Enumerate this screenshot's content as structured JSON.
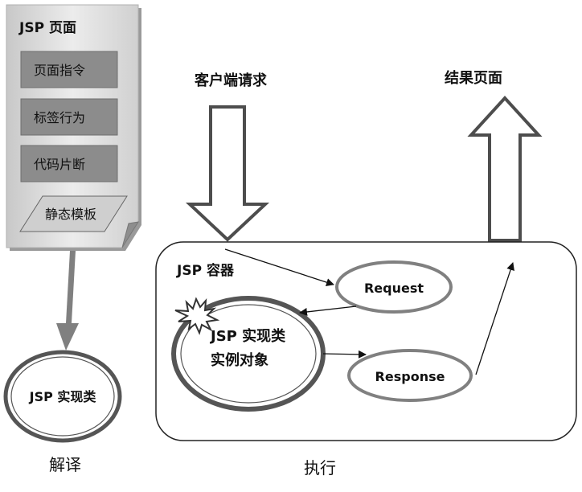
{
  "diagram": {
    "jsp_page": {
      "title": "JSP 页面",
      "items": [
        "页面指令",
        "标签行为",
        "代码片断"
      ],
      "static_template": "静态模板"
    },
    "translated_class": {
      "label": "JSP 实现类",
      "caption": "解译"
    },
    "client_request": "客户端请求",
    "result_page": "结果页面",
    "container": {
      "title": "JSP 容器",
      "request": "Request",
      "response": "Response",
      "instance_line1": "JSP 实现类",
      "instance_line2": "实例对象"
    },
    "execute_caption": "执行",
    "colors": {
      "page_fill_light": "#e6e6e6",
      "page_fill_dark": "#c4c4c4",
      "item_box_fill": "#8c8c8c",
      "template_fill": "#cfcfcf",
      "ellipse_outline": "#808080",
      "dark_outline": "#555555",
      "arrow": "#111111"
    }
  }
}
